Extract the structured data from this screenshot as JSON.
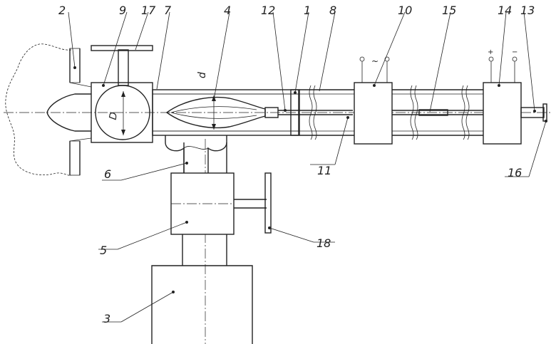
{
  "callouts": [
    {
      "id": "c2",
      "text": "2"
    },
    {
      "id": "c9",
      "text": "9"
    },
    {
      "id": "c17",
      "text": "17"
    },
    {
      "id": "c7",
      "text": "7"
    },
    {
      "id": "c4",
      "text": "4"
    },
    {
      "id": "c12",
      "text": "12"
    },
    {
      "id": "c1",
      "text": "1"
    },
    {
      "id": "c8",
      "text": "8"
    },
    {
      "id": "c10",
      "text": "10"
    },
    {
      "id": "c15",
      "text": "15"
    },
    {
      "id": "c14",
      "text": "14"
    },
    {
      "id": "c13",
      "text": "13"
    },
    {
      "id": "c11",
      "text": "11"
    },
    {
      "id": "c16",
      "text": "16"
    },
    {
      "id": "c6",
      "text": "6"
    },
    {
      "id": "c5",
      "text": "5"
    },
    {
      "id": "c18",
      "text": "18"
    },
    {
      "id": "c3",
      "text": "3"
    }
  ],
  "dimensions": {
    "big_d": "D",
    "small_d": "d"
  },
  "terminals": {
    "ac": "~",
    "plus": "+",
    "minus": "−"
  },
  "colors": {
    "line": "#222222",
    "background": "#ffffff"
  }
}
